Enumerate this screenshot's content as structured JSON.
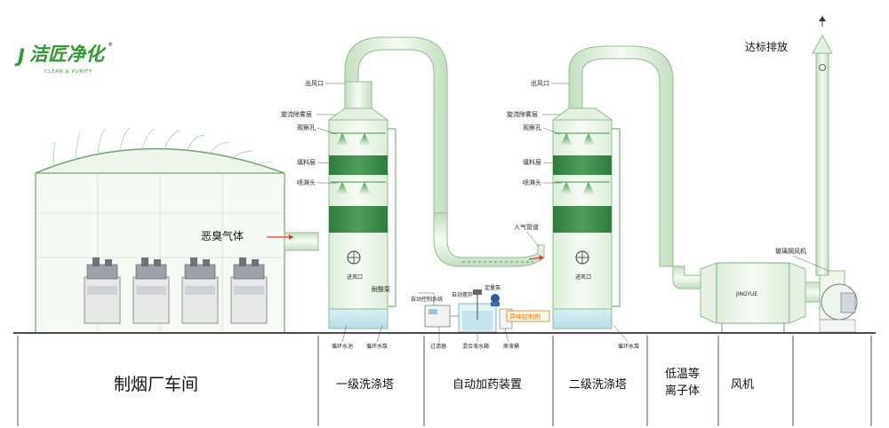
{
  "logo": {
    "mark": "J",
    "text": "洁匠净化",
    "registered": "®",
    "subtitle": "CLEAN & PURIFY"
  },
  "labels": {
    "foul_gas": "恶臭气体",
    "emission": "达标排放",
    "tower1": {
      "outlet": "出风口",
      "demister": "旋流除雾层",
      "window": "观察孔",
      "packing": "填料层",
      "nozzle": "喷淋头",
      "inlet": "进风口",
      "acid_pump": "耐酸泵",
      "pool": "循环水池",
      "pump": "循环水泵"
    },
    "tower2": {
      "outlet": "出风口",
      "demister": "旋流除雾层",
      "window": "观察孔",
      "packing": "填料层",
      "nozzle": "喷淋头",
      "intake_pipe": "入气管道",
      "inlet": "进风口",
      "pump": "循环水泵"
    },
    "dosing": {
      "control": "自动控制系统",
      "mixer": "自动搅拌",
      "metering": "定量泵",
      "filter": "过滤器",
      "tank": "混合液水箱",
      "raw": "原液桶",
      "agent": "异味控制剂"
    },
    "plasma_badge": "JINGYUE",
    "fan": "玻璃钢风机"
  },
  "sections": [
    {
      "key": "workshop",
      "label": "制烟厂车间"
    },
    {
      "key": "tower1",
      "label": "一级洗涤塔"
    },
    {
      "key": "dosing",
      "label": "自动加药装置"
    },
    {
      "key": "tower2",
      "label": "二级洗涤塔"
    },
    {
      "key": "plasma",
      "line1": "低温等",
      "line2": "离子体"
    },
    {
      "key": "fan",
      "label": "风机"
    }
  ],
  "colors": {
    "brand_green": "#2f9a2f",
    "packing_green": "#3a8a48",
    "light_green": "#e9f3e6",
    "water_blue": "#cfe9f2",
    "pipe_outline": "#8dbf8d",
    "accent_orange": "#e07b00",
    "flow_red": "#e23a2a"
  }
}
